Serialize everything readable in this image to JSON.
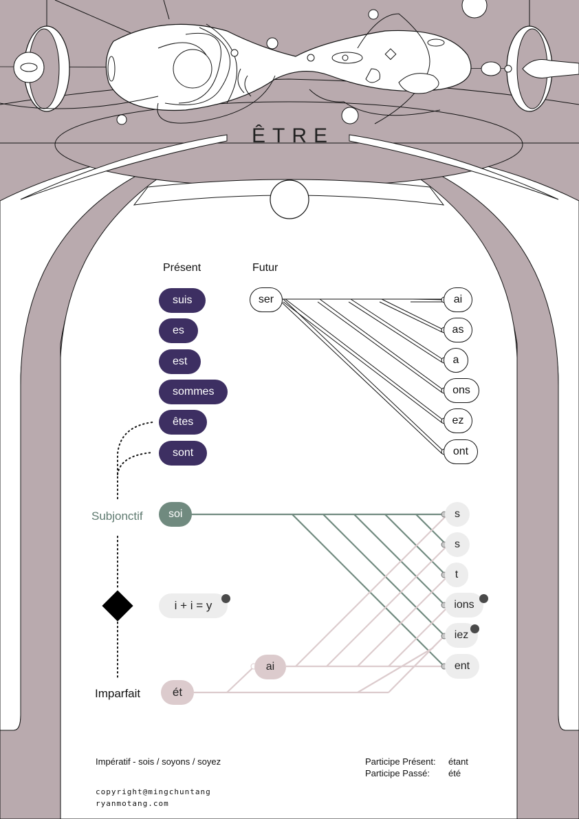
{
  "title": "ÊTRE",
  "present": {
    "heading": "Présent",
    "forms": [
      "suis",
      "es",
      "est",
      "sommes",
      "êtes",
      "sont"
    ]
  },
  "futur": {
    "heading": "Futur",
    "stem": "ser",
    "endings": [
      "ai",
      "as",
      "a",
      "ons",
      "ez",
      "ont"
    ]
  },
  "subjonctif": {
    "label": "Subjonctif",
    "stem": "soi",
    "endings": [
      "s",
      "s",
      "t",
      "ions",
      "iez",
      "ent"
    ]
  },
  "rule": "i + i = y",
  "imparfait": {
    "label": "Imparfait",
    "stem": "ét",
    "infix": "ai"
  },
  "imperatif": "Impératif - sois / soyons / soyez",
  "participe_present": {
    "label": "Participe Présent:",
    "value": "étant"
  },
  "participe_passe": {
    "label": "Participe Passé:",
    "value": "été"
  },
  "copyright": "copyright@mingchuntang",
  "website": "ryanmotang.com",
  "colors": {
    "background": "#b9aaae",
    "present": "#3d2f62",
    "subjonctif": "#708a7f",
    "imparfait": "#dccbcd"
  }
}
